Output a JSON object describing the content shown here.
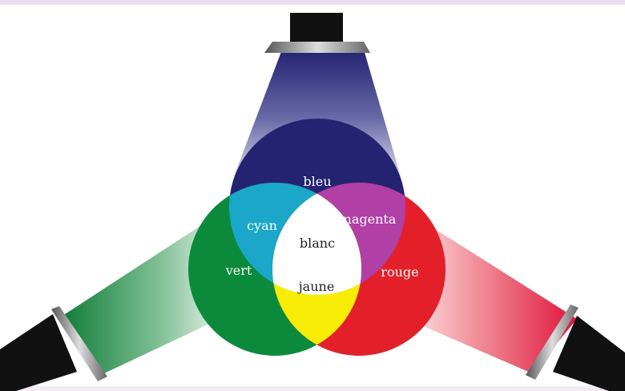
{
  "diagram": {
    "regions": {
      "blue": "bleu",
      "green": "vert",
      "red": "rouge",
      "cyan": "cyan",
      "magenta": "magenta",
      "yellow": "jaune",
      "white": "blanc"
    },
    "colors": {
      "blue": "#232372",
      "green": "#0c8a3c",
      "red": "#e3202a",
      "cyan": "#1aa7c9",
      "magenta": "#b03fa6",
      "yellow": "#f6ec06",
      "white": "#ffffff"
    },
    "projectors": [
      "top-projector",
      "left-projector",
      "right-projector"
    ]
  }
}
